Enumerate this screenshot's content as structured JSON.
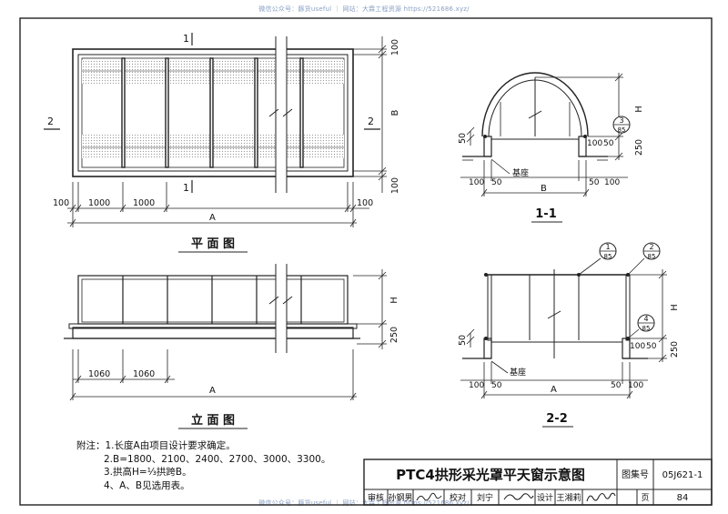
{
  "watermark": {
    "top": "微信公众号：豚货useful ｜ 网站：大霖工程资源 https://521686.xyz/",
    "bottom": "微信公众号：豚货useful ｜ 网站：大霖工程资源 https://521686.xyz/"
  },
  "plan": {
    "caption": "平 面 图",
    "section_mark_1": "1",
    "section_mark_2": "2",
    "dim_top": "100",
    "dim_b": "B",
    "dim_bottom": "100",
    "dim_left": "100",
    "dim_span1": "1000",
    "dim_span2": "1000",
    "dim_right": "100",
    "dim_a": "A"
  },
  "elevation": {
    "caption": "立 面 图",
    "dim_h": "H",
    "dim_250": "250",
    "dim_span1": "1060",
    "dim_span2": "1060",
    "dim_a": "A"
  },
  "section11": {
    "caption": "1-1",
    "dim_h": "H",
    "dim_250": "250",
    "dim_50": "50",
    "dim_b": "B",
    "base_label": "基座",
    "detail_num": "3",
    "detail_sheet": "85",
    "dims_bottom": [
      "100",
      "50",
      "50",
      "100"
    ],
    "dim_100_50_right": "100",
    "dim_50_right": "50"
  },
  "section22": {
    "caption": "2-2",
    "dim_h": "H",
    "dim_250": "250",
    "dim_50": "50",
    "dim_a": "A",
    "base_label": "基座",
    "detail1_num": "1",
    "detail1_sheet": "85",
    "detail2_num": "2",
    "detail2_sheet": "85",
    "detail4_num": "4",
    "detail4_sheet": "85",
    "dims_bottom": [
      "100",
      "50",
      "50",
      "100"
    ],
    "dim_100_50_right": "100",
    "dim_50_right": "50"
  },
  "notes": {
    "line1": "附注：1.长度A由项目设计要求确定。",
    "line2": "2.B=1800、2100、2400、2700、3000、3300。",
    "line3": "3.拱高H=⅓拱跨B。",
    "line4": "4、A、B见选用表。"
  },
  "titleblock": {
    "title": "PTC4拱形采光罩平天窗示意图",
    "atlas_label": "图集号",
    "atlas_no": "05J621-1",
    "review_label": "审核",
    "reviewer": "孙钢男",
    "check_label": "校对",
    "checker": "刘宁",
    "design_label": "设计",
    "designer": "王湘莉",
    "page_label": "页",
    "page_no": "84"
  }
}
